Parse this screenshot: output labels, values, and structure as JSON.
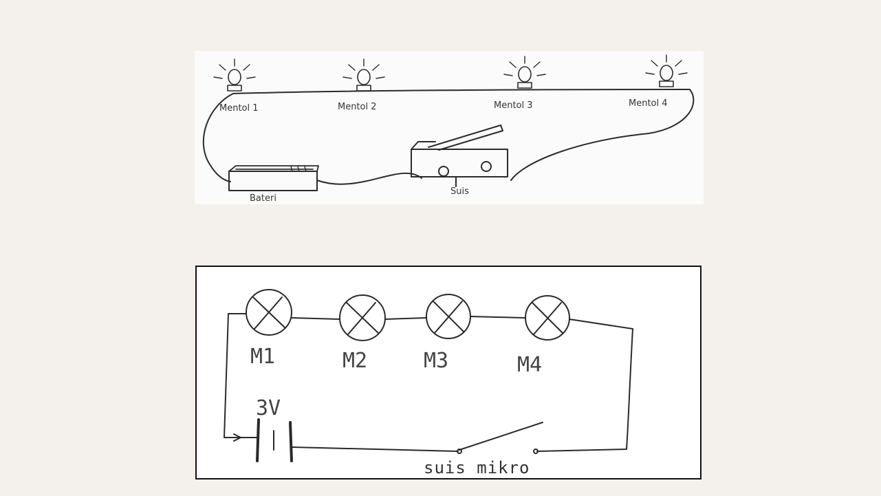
{
  "pictorial": {
    "bulbs": [
      {
        "label": "Mentol 1"
      },
      {
        "label": "Mentol 2"
      },
      {
        "label": "Mentol 3"
      },
      {
        "label": "Mentol 4"
      }
    ],
    "battery_label": "Bateri",
    "switch_label": "Suis"
  },
  "schematic": {
    "lamps": [
      {
        "label": "M1"
      },
      {
        "label": "M2"
      },
      {
        "label": "M3"
      },
      {
        "label": "M4"
      }
    ],
    "voltage_label": "3V",
    "switch_label": "suis mikro"
  }
}
